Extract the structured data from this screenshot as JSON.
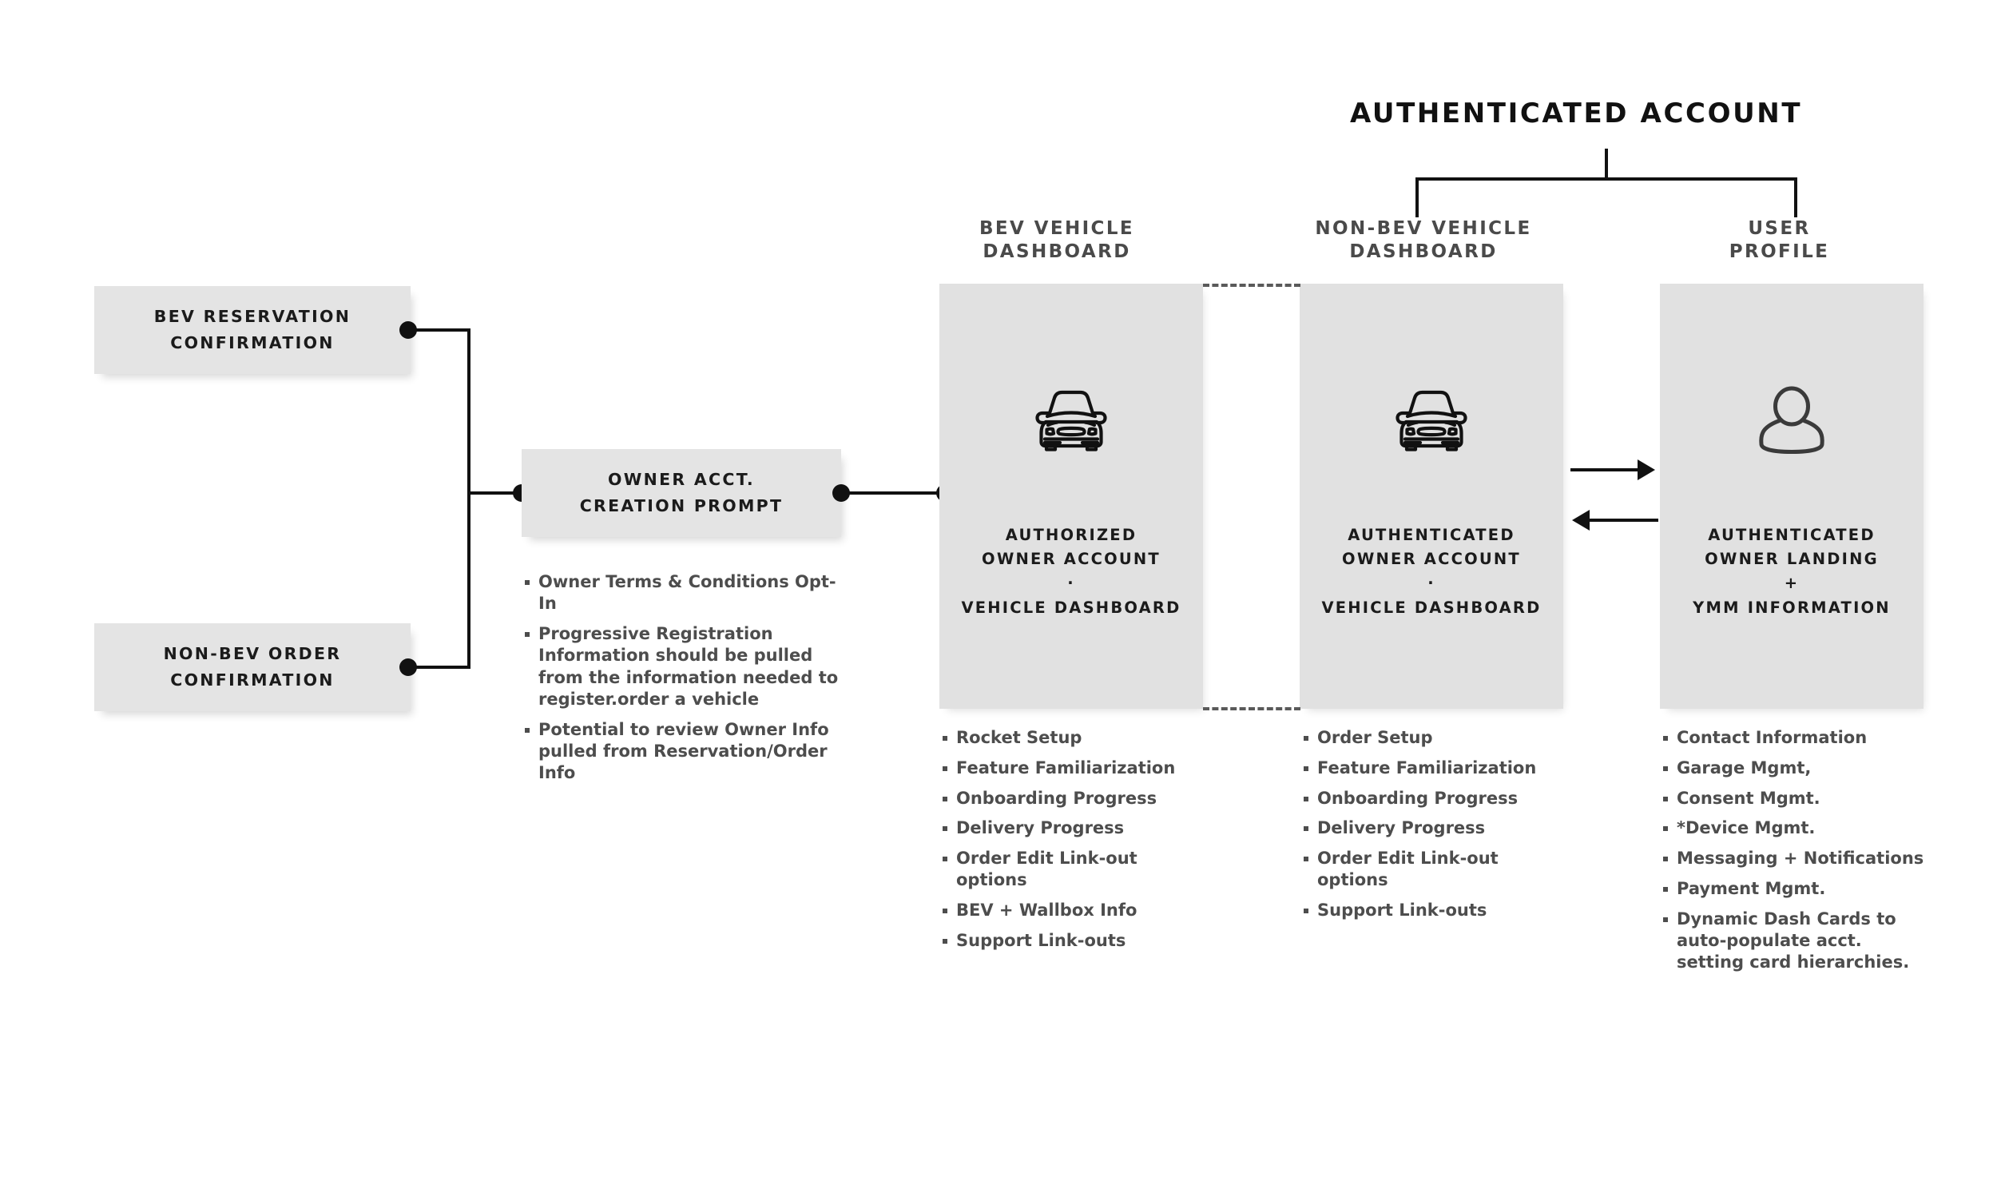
{
  "title": "AUTHENTICATED ACCOUNT",
  "entry_boxes": [
    {
      "id": "bev-reservation-confirmation",
      "label": "BEV RESERVATION\nCONFIRMATION"
    },
    {
      "id": "non-bev-order-confirmation",
      "label": "NON-BEV ORDER\nCONFIRMATION"
    }
  ],
  "prompt_box": {
    "label": "OWNER ACCT.\nCREATION PROMPT",
    "bullets": [
      "Owner Terms & Conditions Opt-In",
      "Progressive Registration Information should be pulled from the information needed to register.order a vehicle",
      "Potential to review Owner Info pulled from Reservation/Order Info"
    ]
  },
  "columns": [
    {
      "id": "bev-vehicle-dashboard",
      "heading": "BEV VEHICLE\nDASHBOARD",
      "icon": "car-front-icon",
      "caption": "AUTHORIZED\nOWNER ACCOUNT\n·\nVEHICLE DASHBOARD",
      "bullets": [
        "Rocket Setup",
        "Feature Familiarization",
        "Onboarding Progress",
        "Delivery Progress",
        "Order Edit Link-out options",
        "BEV + Wallbox Info",
        "Support Link-outs"
      ]
    },
    {
      "id": "non-bev-vehicle-dashboard",
      "heading": "NON-BEV VEHICLE\nDASHBOARD",
      "icon": "car-front-icon",
      "caption": "AUTHENTICATED\nOWNER ACCOUNT\n·\nVEHICLE DASHBOARD",
      "bullets": [
        "Order Setup",
        "Feature Familiarization",
        "Onboarding Progress",
        "Delivery Progress",
        "Order Edit Link-out options",
        "Support Link-outs"
      ]
    },
    {
      "id": "user-profile",
      "heading": "USER\nPROFILE",
      "icon": "user-person-icon",
      "caption": "AUTHENTICATED\nOWNER LANDING\n+\nYMM INFORMATION",
      "bullets": [
        "Contact Information",
        "Garage Mgmt,",
        "Consent Mgmt.",
        "*Device Mgmt.",
        "Messaging + Notifications",
        "Payment Mgmt.",
        "Dynamic Dash Cards to auto-populate acct. setting card hierarchies."
      ]
    }
  ],
  "colors": {
    "background": "#ffffff",
    "box_fill": "#e4e4e4",
    "card_fill": "#e1e1e1",
    "line": "#111111",
    "dashed_line": "#5a5a5a",
    "heading_text": "#4a4a4a",
    "bullet_text": "#4d4d4d",
    "label_text": "#1b1b1b"
  }
}
